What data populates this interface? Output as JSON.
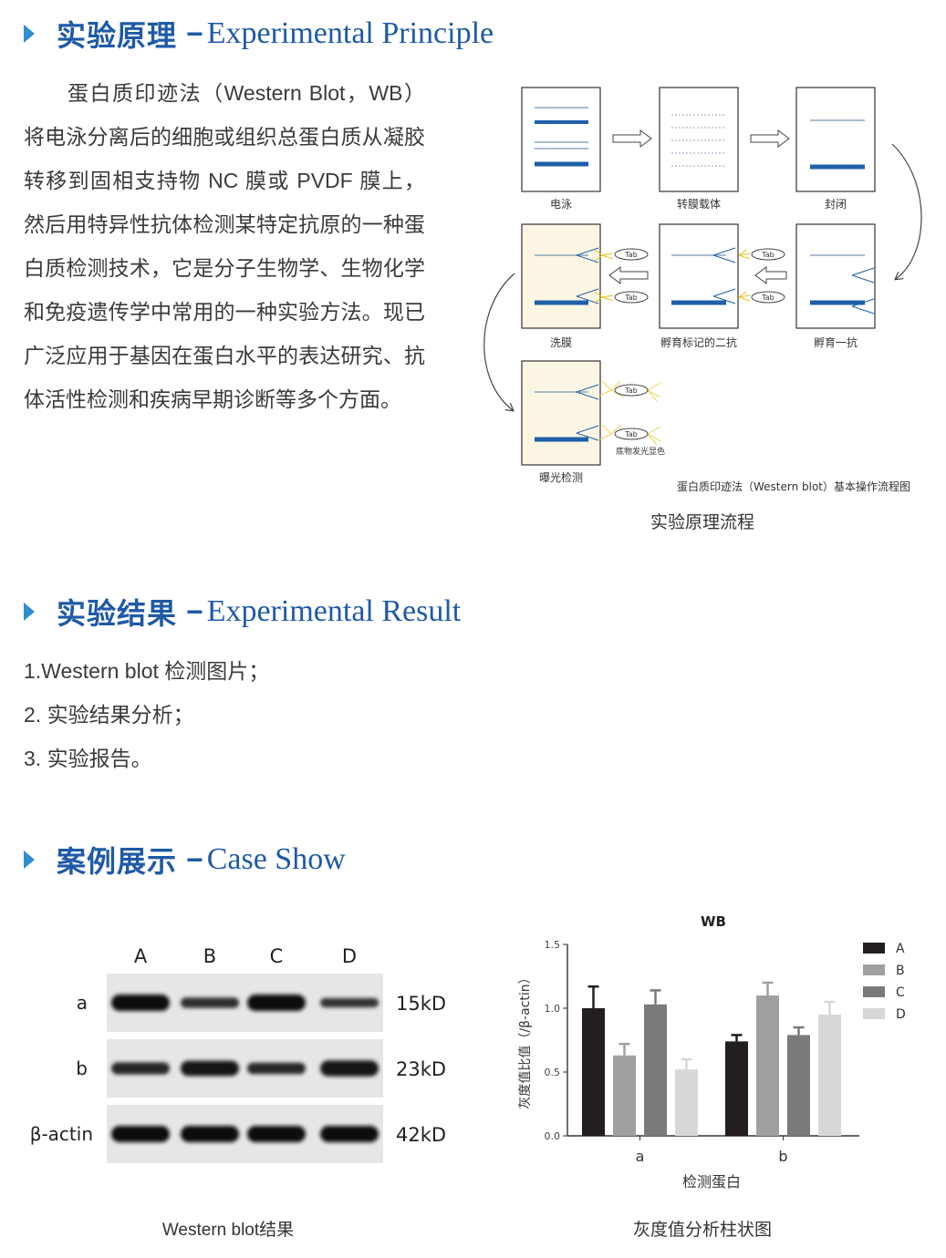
{
  "sections": {
    "principle": {
      "cn": "实验原理",
      "dash": "−",
      "en": "Experimental Principle"
    },
    "result": {
      "cn": "实验结果",
      "dash": "−",
      "en": "Experimental Result"
    },
    "case": {
      "cn": "案例展示",
      "dash": "−",
      "en": "Case Show"
    }
  },
  "intro": "蛋白质印迹法（Western Blot，WB）将电泳分离后的细胞或组织总蛋白质从凝胶转移到固相支持物 NC 膜或 PVDF 膜上，然后用特异性抗体检测某特定抗原的一种蛋白质检测技术，它是分子生物学、生物化学和免疫遗传学中常用的一种实验方法。现已广泛应用于基因在蛋白水平的表达研究、抗体活性检测和疾病早期诊断等多个方面。",
  "flow": {
    "steps": [
      "电泳",
      "转膜载体",
      "封闭",
      "洗膜",
      "孵育标记的二抗",
      "孵育一抗",
      "曝光检测"
    ],
    "tab": "Tab",
    "substrate": "底物发光显色",
    "figure_title": "蛋白质印迹法（Western blot）基本操作流程图",
    "caption": "实验原理流程"
  },
  "results_list": [
    "1.Western blot 检测图片；",
    "2. 实验结果分析；",
    "3. 实验报告。"
  ],
  "blot": {
    "lanes": [
      "A",
      "B",
      "C",
      "D"
    ],
    "rows": [
      {
        "label": "a",
        "kd": "15kD",
        "intensity": [
          1.0,
          0.45,
          1.0,
          0.35
        ]
      },
      {
        "label": "b",
        "kd": "23kD",
        "intensity": [
          0.6,
          0.9,
          0.55,
          0.95
        ]
      },
      {
        "label": "β-actin",
        "kd": "42kD",
        "intensity": [
          1.0,
          1.0,
          1.0,
          1.0
        ]
      }
    ],
    "caption": "Western blot结果"
  },
  "chart_data": {
    "type": "bar",
    "title": "WB",
    "xlabel": "检测蛋白",
    "ylabel": "灰度值比值（/β-actin）",
    "categories": [
      "a",
      "b"
    ],
    "ylim": [
      0,
      1.5
    ],
    "yticks": [
      "0.0",
      "0.5",
      "1.0",
      "1.5"
    ],
    "series": [
      {
        "name": "A",
        "color": "#231f20",
        "values": [
          1.0,
          0.74
        ],
        "errors": [
          0.17,
          0.05
        ]
      },
      {
        "name": "B",
        "color": "#a0a0a0",
        "values": [
          0.63,
          1.1
        ],
        "errors": [
          0.09,
          0.1
        ]
      },
      {
        "name": "C",
        "color": "#7a7a7a",
        "values": [
          1.03,
          0.79
        ],
        "errors": [
          0.11,
          0.06
        ]
      },
      {
        "name": "D",
        "color": "#d7d7d7",
        "values": [
          0.52,
          0.95
        ],
        "errors": [
          0.08,
          0.1
        ]
      }
    ],
    "legend": "top-right",
    "caption": "灰度值分析柱状图"
  }
}
